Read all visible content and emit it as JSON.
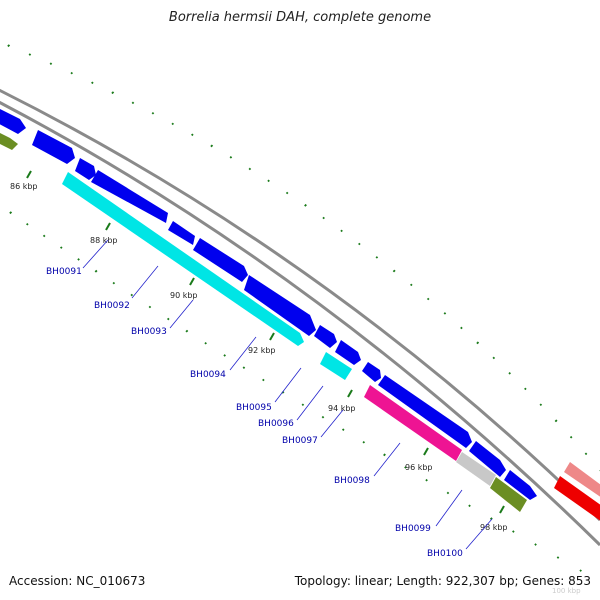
{
  "title": "Borrelia hermsii DAH, complete genome",
  "footer": {
    "accession_label": "Accession:",
    "accession": "NC_010673",
    "topology_label": "Topology:",
    "topology": "linear",
    "length_label": "Length:",
    "length": "922,307 bp",
    "genes_label": "Genes:",
    "genes": "853"
  },
  "colors": {
    "backbone": "#8a8a8a",
    "tick": "#1a7a1a",
    "blue_gene": "#0000ee",
    "cyan_gene": "#00e5e5",
    "magenta_gene": "#ee1493",
    "grey_gene": "#c8c8c8",
    "olive_gene": "#6b8e23",
    "red_gene": "#ee0000",
    "pink_gene": "#ee8888",
    "label": "#0000aa"
  },
  "ticks": [
    "86 kbp",
    "88 kbp",
    "90 kbp",
    "92 kbp",
    "94 kbp",
    "96 kbp",
    "98 kbp",
    "100 kbp"
  ],
  "gene_labels": [
    "BH0091",
    "BH0092",
    "BH0093",
    "BH0094",
    "BH0095",
    "BH0096",
    "BH0097",
    "BH0098",
    "BH0099",
    "BH0100"
  ]
}
